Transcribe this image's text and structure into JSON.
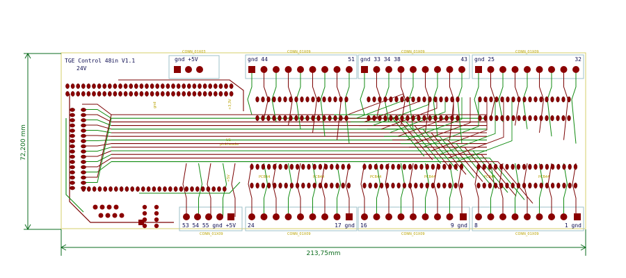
{
  "board": {
    "title": "TGE Control 48in V1.1",
    "subtitle": "24V",
    "width_label": "213,75mm",
    "height_label": "72,200 mm",
    "colors": {
      "outline": "#d4cf6a",
      "copper_red": "#7a0000",
      "copper_green": "#0f8a0f",
      "pad": "#8a0000",
      "silk": "#0a0a50",
      "dimension": "#0a6b1c",
      "connector_box": "#9ec0c8"
    }
  },
  "top_connectors": [
    {
      "ref": "CONN_01X09",
      "left": "gnd  44",
      "right": "51"
    },
    {
      "ref": "CONN_01X09",
      "left": "gnd  33  34  38",
      "right": "43"
    },
    {
      "ref": "CONN_01X09",
      "left": "gnd  25",
      "right": "32"
    }
  ],
  "power_top": {
    "ref": "CONN_01X03",
    "label": "gnd  +5V"
  },
  "bottom_connectors": [
    {
      "ref": "CONN_01X09",
      "left": "53  54  55  gnd  +5V",
      "right": ""
    },
    {
      "ref": "CONN_01X09",
      "left": "24",
      "right": "17  gnd"
    },
    {
      "ref": "CONN_01X09",
      "left": "16",
      "right": "9  gnd"
    },
    {
      "ref": "CONN_01X09",
      "left": "8",
      "right": "1  gnd"
    }
  ],
  "ic_labels": [
    "PCB44",
    "PCB44",
    "PCB44",
    "PCB44",
    "PCB44",
    "PCB44"
  ],
  "misc_labels": {
    "gnd_vertical": "gnd",
    "v5_vertical": "+3,3V",
    "center_ref": "U1",
    "center_val": "pinkheader",
    "v5_small": "+5V"
  }
}
